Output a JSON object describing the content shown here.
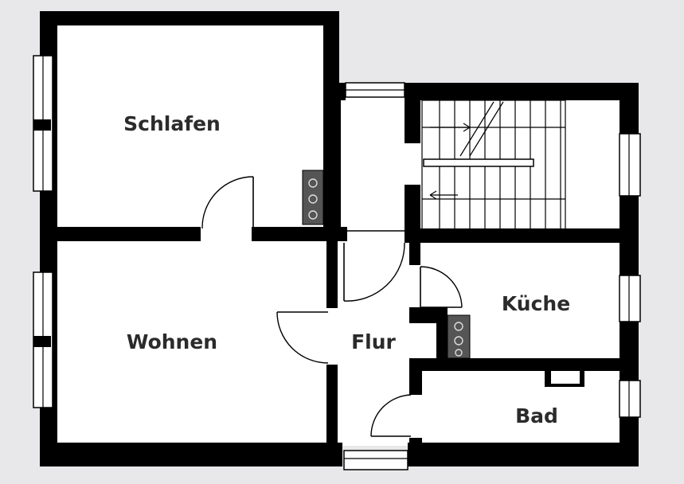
{
  "rooms": {
    "schlafen": "Schlafen",
    "wohnen": "Wohnen",
    "flur": "Flur",
    "kueche": "Küche",
    "bad": "Bad"
  },
  "colors": {
    "background": "#e8e8ea",
    "walls": "#000000",
    "floor": "#ffffff",
    "label": "#2b2b2b"
  }
}
